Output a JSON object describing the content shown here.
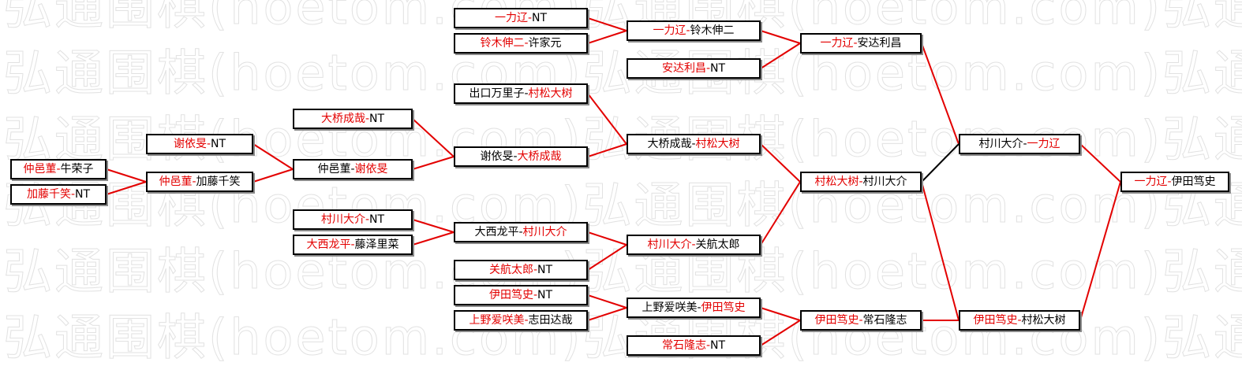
{
  "watermark": "弘通围棋(hoetom.com)弘通围棋(hoetom.com)弘通围棋",
  "colors": {
    "winner": "#e30000",
    "loser": "#000000",
    "line_red": "#e30000",
    "line_black": "#000000"
  },
  "matches": [
    {
      "id": "m01",
      "a": "仲邑菫",
      "b": "牛荣子",
      "sep": "-",
      "winner": "a"
    },
    {
      "id": "m02",
      "a": "加藤千笑",
      "b": "NT",
      "sep": "-",
      "winner": "a"
    },
    {
      "id": "m03",
      "a": "谢依旻",
      "b": "NT",
      "sep": "-",
      "winner": "a"
    },
    {
      "id": "m04",
      "a": "仲邑菫",
      "b": "加藤千笑",
      "sep": "-",
      "winner": "a"
    },
    {
      "id": "m05",
      "a": "大桥成哉",
      "b": "NT",
      "sep": "-",
      "winner": "a"
    },
    {
      "id": "m06",
      "a": "仲邑菫",
      "b": "谢依旻",
      "sep": "-",
      "winner": "b"
    },
    {
      "id": "m07",
      "a": "村川大介",
      "b": "NT",
      "sep": "-",
      "winner": "a"
    },
    {
      "id": "m08",
      "a": "大西龙平",
      "b": "藤泽里菜",
      "sep": "-",
      "winner": "a"
    },
    {
      "id": "m09",
      "a": "一力辽",
      "b": "NT",
      "sep": "-",
      "winner": "a"
    },
    {
      "id": "m10",
      "a": "铃木伸二",
      "b": "许家元",
      "sep": "-",
      "winner": "a"
    },
    {
      "id": "m11",
      "a": "出口万里子",
      "b": "村松大树",
      "sep": "-",
      "winner": "b"
    },
    {
      "id": "m12",
      "a": "谢依旻",
      "b": "大桥成哉",
      "sep": "-",
      "winner": "b"
    },
    {
      "id": "m13",
      "a": "大西龙平",
      "b": "村川大介",
      "sep": "-",
      "winner": "b"
    },
    {
      "id": "m14",
      "a": "关航太郎",
      "b": "NT",
      "sep": "-",
      "winner": "a"
    },
    {
      "id": "m15",
      "a": "伊田笃史",
      "b": "NT",
      "sep": "-",
      "winner": "a"
    },
    {
      "id": "m16",
      "a": "上野爱咲美",
      "b": "志田达哉",
      "sep": "-",
      "winner": "a"
    },
    {
      "id": "m17",
      "a": "一力辽",
      "b": "铃木伸二",
      "sep": "-",
      "winner": "a"
    },
    {
      "id": "m18",
      "a": "安达利昌",
      "b": "NT",
      "sep": "-",
      "winner": "a"
    },
    {
      "id": "m19",
      "a": "大桥成哉",
      "b": "村松大树",
      "sep": "-",
      "winner": "b"
    },
    {
      "id": "m20",
      "a": "村川大介",
      "b": "关航太郎",
      "sep": "-",
      "winner": "a"
    },
    {
      "id": "m21",
      "a": "上野爱咲美",
      "b": "伊田笃史",
      "sep": "-",
      "winner": "b"
    },
    {
      "id": "m22",
      "a": "常石隆志",
      "b": "NT",
      "sep": "-",
      "winner": "a"
    },
    {
      "id": "m23",
      "a": "一力辽",
      "b": "安达利昌",
      "sep": "-",
      "winner": "a"
    },
    {
      "id": "m24",
      "a": "村松大树",
      "b": "村川大介",
      "sep": "-",
      "winner": "a"
    },
    {
      "id": "m25",
      "a": "伊田笃史",
      "b": "常石隆志",
      "sep": "-",
      "winner": "a"
    },
    {
      "id": "m26",
      "a": "村川大介",
      "b": "一力辽",
      "sep": "-",
      "winner": "b"
    },
    {
      "id": "m27",
      "a": "伊田笃史",
      "b": "村松大树",
      "sep": "-",
      "winner": "a"
    },
    {
      "id": "m28",
      "a": "一力辽",
      "b": "伊田笃史",
      "sep": "-",
      "winner": "a"
    }
  ],
  "links": [
    {
      "from": "m01",
      "to": "m04",
      "color": "red"
    },
    {
      "from": "m02",
      "to": "m04",
      "color": "red"
    },
    {
      "from": "m03",
      "to": "m06",
      "color": "red"
    },
    {
      "from": "m04",
      "to": "m06",
      "color": "red"
    },
    {
      "from": "m05",
      "to": "m12",
      "color": "red"
    },
    {
      "from": "m06",
      "to": "m12",
      "color": "red"
    },
    {
      "from": "m07",
      "to": "m13",
      "color": "red"
    },
    {
      "from": "m08",
      "to": "m13",
      "color": "red"
    },
    {
      "from": "m09",
      "to": "m17",
      "color": "red"
    },
    {
      "from": "m10",
      "to": "m17",
      "color": "red"
    },
    {
      "from": "m11",
      "to": "m19",
      "color": "red"
    },
    {
      "from": "m12",
      "to": "m19",
      "color": "red"
    },
    {
      "from": "m13",
      "to": "m20",
      "color": "red"
    },
    {
      "from": "m14",
      "to": "m20",
      "color": "red"
    },
    {
      "from": "m15",
      "to": "m21",
      "color": "red"
    },
    {
      "from": "m16",
      "to": "m21",
      "color": "red"
    },
    {
      "from": "m17",
      "to": "m23",
      "color": "red"
    },
    {
      "from": "m18",
      "to": "m23",
      "color": "red"
    },
    {
      "from": "m19",
      "to": "m24",
      "color": "red"
    },
    {
      "from": "m20",
      "to": "m24",
      "color": "red"
    },
    {
      "from": "m21",
      "to": "m25",
      "color": "red"
    },
    {
      "from": "m22",
      "to": "m25",
      "color": "red"
    },
    {
      "from": "m23",
      "to": "m26",
      "color": "red"
    },
    {
      "from": "m24",
      "to": "m26",
      "color": "black"
    },
    {
      "from": "m24",
      "to": "m27",
      "color": "red"
    },
    {
      "from": "m25",
      "to": "m27",
      "color": "red"
    },
    {
      "from": "m26",
      "to": "m28",
      "color": "red"
    },
    {
      "from": "m27",
      "to": "m28",
      "color": "red"
    }
  ]
}
